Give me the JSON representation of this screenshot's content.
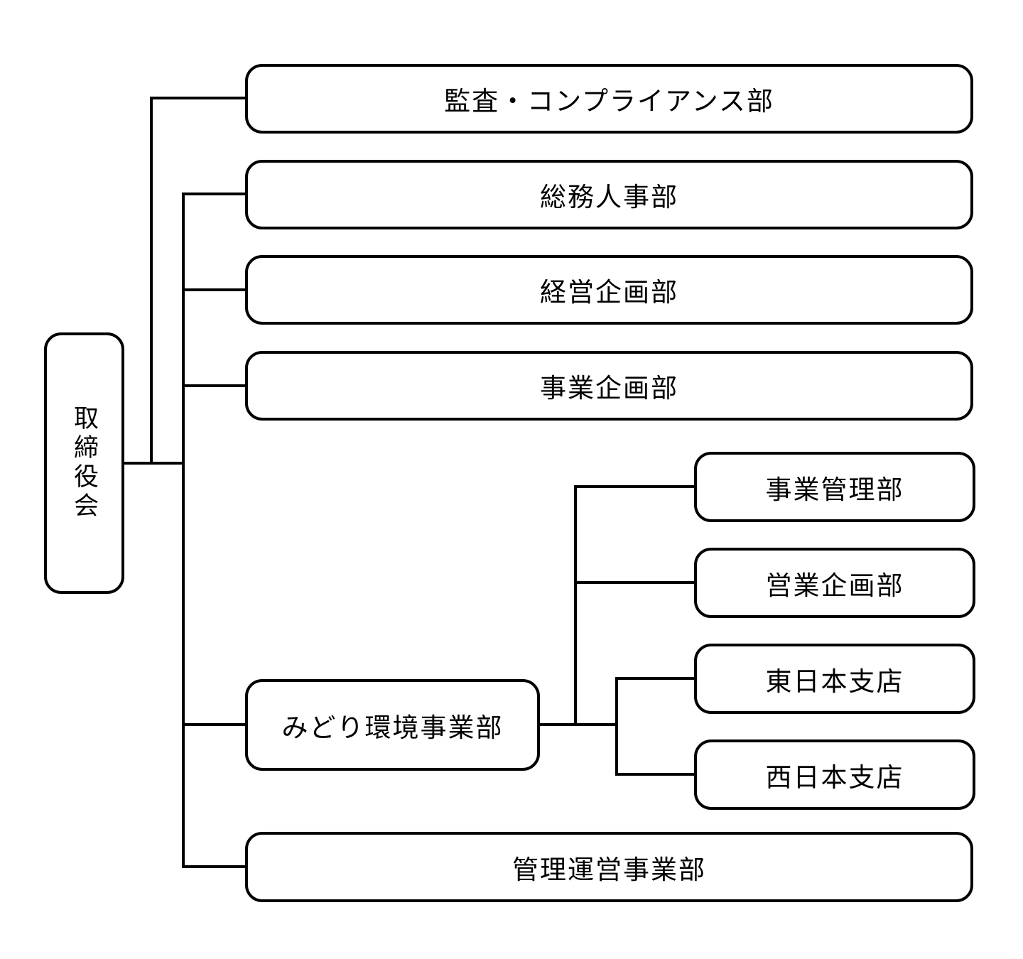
{
  "diagram": {
    "type": "org-chart",
    "root": {
      "label": "取締役会"
    },
    "departments": [
      {
        "label": "監査・コンプライアンス部"
      },
      {
        "label": "総務人事部"
      },
      {
        "label": "経営企画部"
      },
      {
        "label": "事業企画部"
      },
      {
        "label": "みどり環境事業部"
      },
      {
        "label": "管理運営事業部"
      }
    ],
    "midori_children": [
      {
        "label": "事業管理部"
      },
      {
        "label": "営業企画部"
      },
      {
        "label": "東日本支店"
      },
      {
        "label": "西日本支店"
      }
    ],
    "edges": [
      {
        "from": "取締役会",
        "to": "監査・コンプライアンス部"
      },
      {
        "from": "取締役会",
        "to": "総務人事部"
      },
      {
        "from": "取締役会",
        "to": "経営企画部"
      },
      {
        "from": "取締役会",
        "to": "事業企画部"
      },
      {
        "from": "取締役会",
        "to": "みどり環境事業部"
      },
      {
        "from": "取締役会",
        "to": "管理運営事業部"
      },
      {
        "from": "みどり環境事業部",
        "to": "事業管理部"
      },
      {
        "from": "みどり環境事業部",
        "to": "営業企画部"
      },
      {
        "from": "みどり環境事業部",
        "to": "東日本支店"
      },
      {
        "from": "みどり環境事業部",
        "to": "西日本支店"
      }
    ],
    "colors": {
      "background": "#ffffff",
      "box_fill": "#ffffff",
      "box_border": "#000000",
      "line": "#000000",
      "text": "#000000"
    }
  }
}
